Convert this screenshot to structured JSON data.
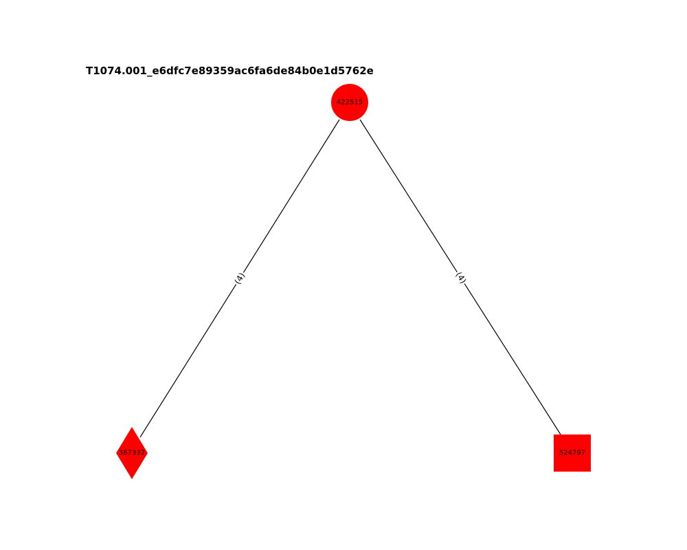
{
  "title": "T1074.001_e6dfc7e89359ac6fa6de84b0e1d5762e",
  "colors": {
    "node_fill": "#ff0000",
    "edge_stroke": "#000000",
    "background": "#ffffff"
  },
  "nodes": [
    {
      "id": "n1",
      "label": "422515",
      "shape": "circle"
    },
    {
      "id": "n2",
      "label": "367332",
      "shape": "diamond"
    },
    {
      "id": "n3",
      "label": "524797",
      "shape": "square"
    }
  ],
  "edges": [
    {
      "from": "n1",
      "to": "n2",
      "label": "(4)"
    },
    {
      "from": "n1",
      "to": "n3",
      "label": "(4)"
    }
  ]
}
